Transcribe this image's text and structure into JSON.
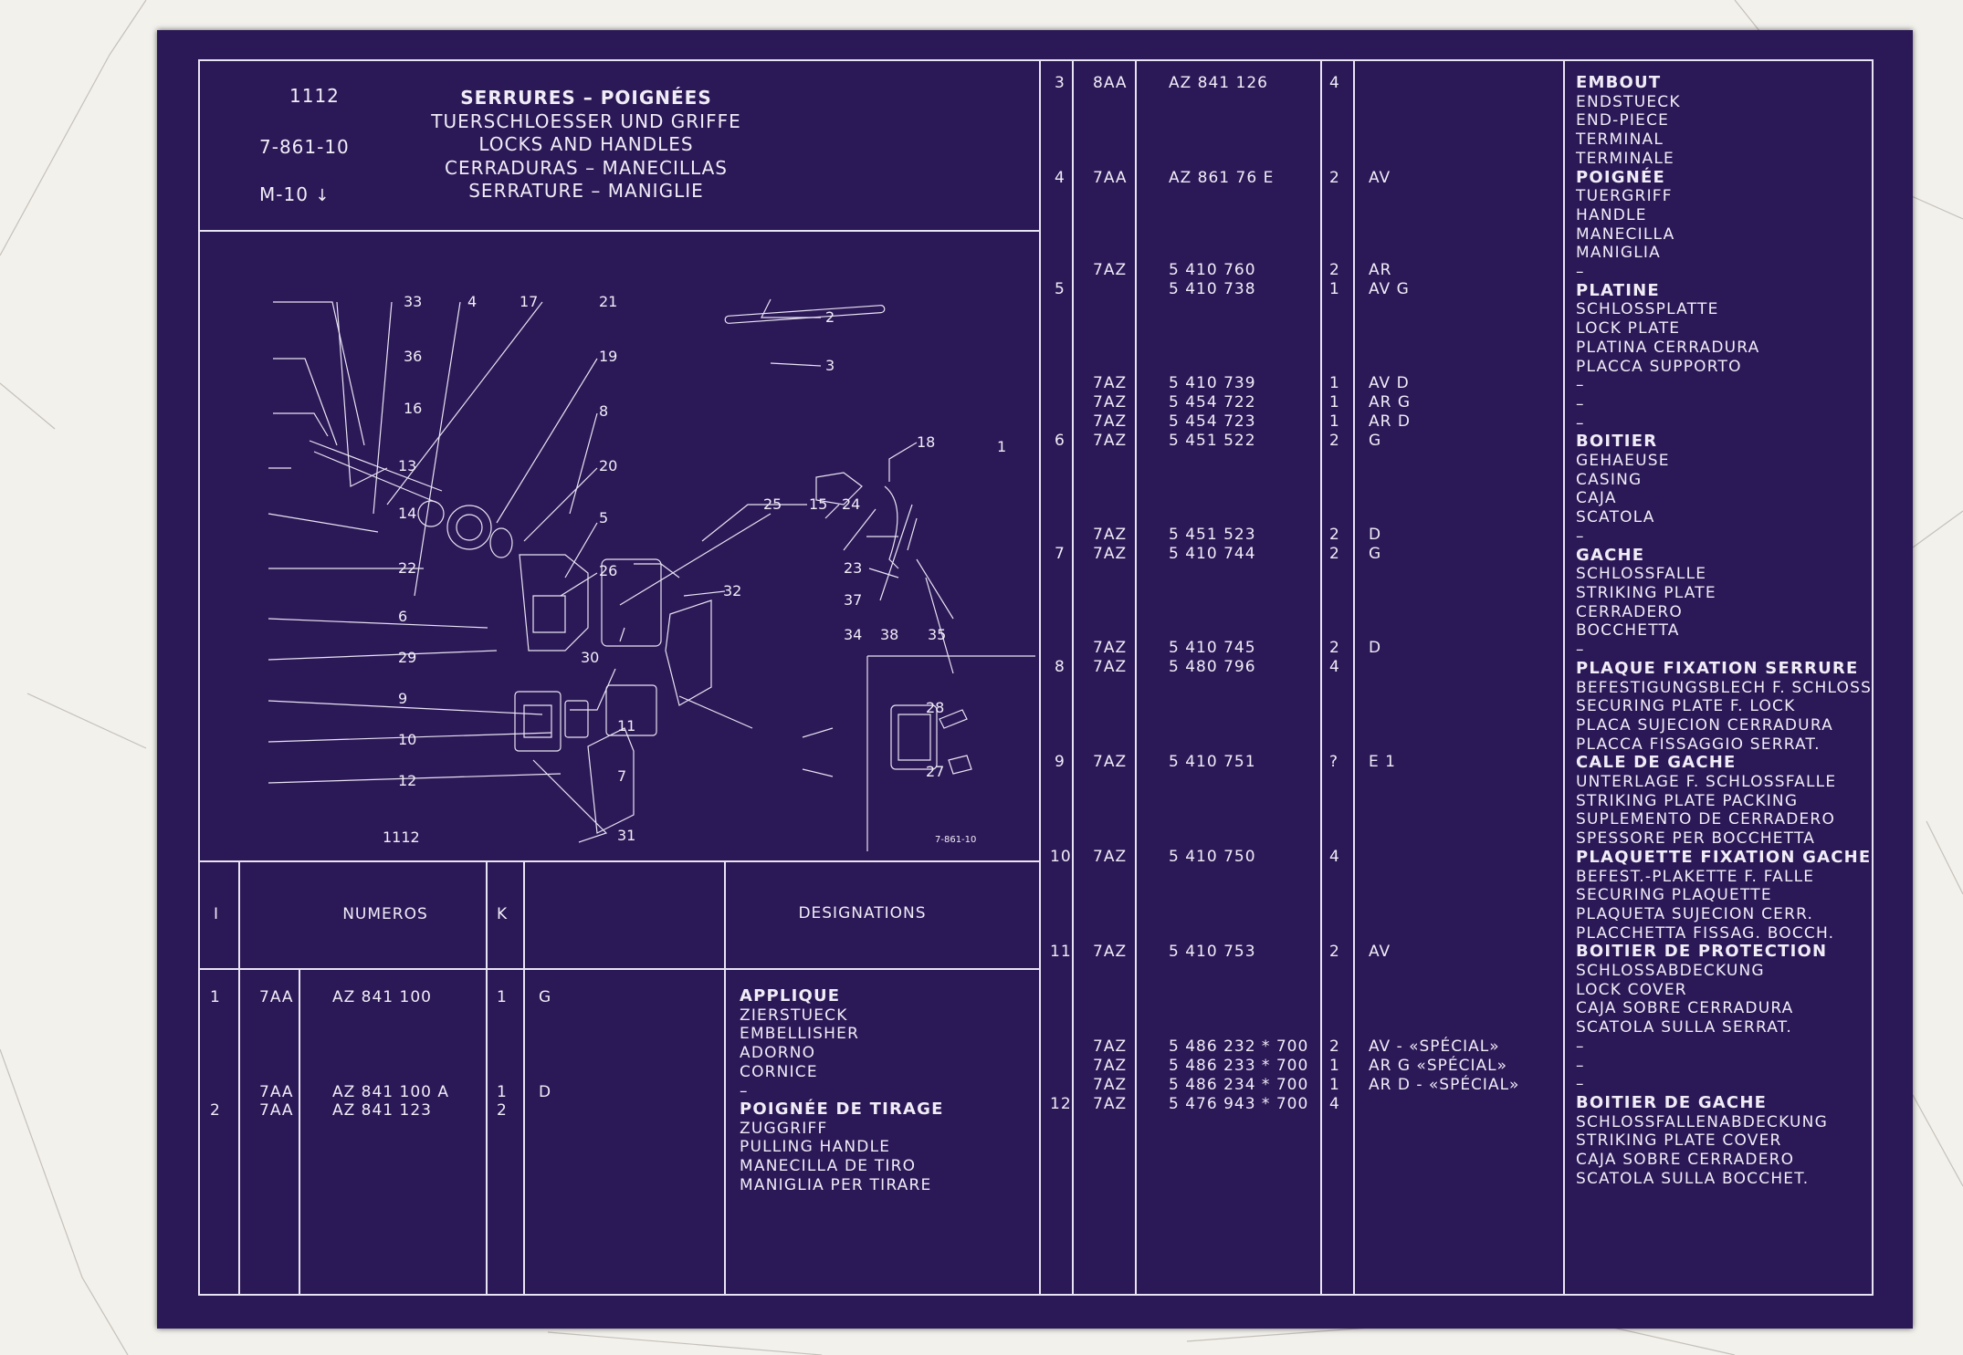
{
  "header": {
    "plate": "1112",
    "code": "7-861-10",
    "page": "M-10",
    "titles": [
      "SERRURES – POIGNÉES",
      "TUERSCHLOESSER UND GRIFFE",
      "LOCKS AND HANDLES",
      "CERRADURAS – MANECILLAS",
      "SERRATURE – MANIGLIE"
    ]
  },
  "diagram": {
    "plate": "1112",
    "ref": "7-861-10",
    "callouts": [
      "1",
      "2",
      "3",
      "4",
      "5",
      "6",
      "7",
      "8",
      "9",
      "10",
      "11",
      "12",
      "13",
      "14",
      "15",
      "16",
      "17",
      "18",
      "19",
      "20",
      "21",
      "22",
      "23",
      "24",
      "25",
      "26",
      "27",
      "28",
      "29",
      "30",
      "31",
      "32",
      "33",
      "34",
      "35",
      "36",
      "37",
      "38"
    ]
  },
  "columns": {
    "index": "I",
    "numbers": "NUMEROS",
    "qty": "K",
    "designations": "DESIGNATIONS"
  },
  "left_parts": {
    "items": [
      {
        "idx": "1",
        "prefix": "7AA",
        "number": "AZ 841 100",
        "qty": "1",
        "pos": "G"
      },
      {
        "idx": "2",
        "prefix": "7AA",
        "number": "AZ 841 100 A",
        "qty": "1",
        "pos": "D"
      },
      {
        "idx": "",
        "prefix": "7AA",
        "number": "AZ 841 123",
        "qty": "2",
        "pos": ""
      }
    ],
    "designations": [
      {
        "title": "APPLIQUE",
        "lines": [
          "ZIERSTUECK",
          "EMBELLISHER",
          "ADORNO",
          "CORNICE",
          "–"
        ]
      },
      {
        "title": "POIGNÉE DE TIRAGE",
        "lines": [
          "ZUGGRIFF",
          "PULLING HANDLE",
          "MANECILLA DE TIRO",
          "MANIGLIA   PER TIRARE"
        ]
      }
    ]
  },
  "right_parts": {
    "rows": [
      {
        "idx": "3",
        "prefix": "8AA",
        "number": "AZ  841  126",
        "qty": "4",
        "pos": ""
      },
      {
        "idx": "4",
        "prefix": "7AA",
        "number": "AZ  861    76  E",
        "qty": "2",
        "pos": "AV"
      },
      {
        "idx": "",
        "prefix": "7AZ",
        "number": "5  410  760",
        "qty": "2",
        "pos": "AR"
      },
      {
        "idx": "5",
        "prefix": "",
        "number": "5  410  738",
        "qty": "1",
        "pos": "AV G"
      },
      {
        "idx": "",
        "prefix": "7AZ",
        "number": "5  410  739",
        "qty": "1",
        "pos": "AV D"
      },
      {
        "idx": "",
        "prefix": "7AZ",
        "number": "5  454  722",
        "qty": "1",
        "pos": "AR G"
      },
      {
        "idx": "",
        "prefix": "7AZ",
        "number": "5  454  723",
        "qty": "1",
        "pos": "AR D"
      },
      {
        "idx": "6",
        "prefix": "7AZ",
        "number": "5  451  522",
        "qty": "2",
        "pos": "G"
      },
      {
        "idx": "",
        "prefix": "7AZ",
        "number": "5  451  523",
        "qty": "2",
        "pos": "D"
      },
      {
        "idx": "7",
        "prefix": "7AZ",
        "number": "5  410  744",
        "qty": "2",
        "pos": "G"
      },
      {
        "idx": "",
        "prefix": "7AZ",
        "number": "5  410  745",
        "qty": "2",
        "pos": "D"
      },
      {
        "idx": "8",
        "prefix": "7AZ",
        "number": "5  480  796",
        "qty": "4",
        "pos": ""
      },
      {
        "idx": "9",
        "prefix": "7AZ",
        "number": "5  410  751",
        "qty": "?",
        "pos": "E 1"
      },
      {
        "idx": "10",
        "prefix": "7AZ",
        "number": "5  410  750",
        "qty": "4",
        "pos": ""
      },
      {
        "idx": "11",
        "prefix": "7AZ",
        "number": "5  410  753",
        "qty": "2",
        "pos": "AV"
      },
      {
        "idx": "",
        "prefix": "7AZ",
        "number": "5  486  232 * 700",
        "qty": "2",
        "pos": "AV - «SPÉCIAL»"
      },
      {
        "idx": "",
        "prefix": "7AZ",
        "number": "5  486  233 * 700",
        "qty": "1",
        "pos": "AR G «SPÉCIAL»"
      },
      {
        "idx": "",
        "prefix": "7AZ",
        "number": "5  486  234 * 700",
        "qty": "1",
        "pos": "AR D - «SPÉCIAL»"
      },
      {
        "idx": "12",
        "prefix": "7AZ",
        "number": "5  476  943 * 700",
        "qty": "4",
        "pos": ""
      }
    ],
    "designations": [
      {
        "title": "EMBOUT",
        "lines": [
          "ENDSTUECK",
          "END-PIECE",
          "TERMINAL",
          "TERMINALE"
        ]
      },
      {
        "title": "POIGNÉE",
        "lines": [
          "TUERGRIFF",
          "HANDLE",
          "MANECILLA",
          "MANIGLIA",
          "–"
        ]
      },
      {
        "title": "PLATINE",
        "lines": [
          "SCHLOSSPLATTE",
          "LOCK PLATE",
          "PLATINA CERRADURA",
          "PLACCA SUPPORTO",
          "–",
          "–",
          "–"
        ]
      },
      {
        "title": "BOITIER",
        "lines": [
          "GEHAEUSE",
          "CASING",
          "CAJA",
          "SCATOLA",
          "–"
        ]
      },
      {
        "title": "GACHE",
        "lines": [
          "SCHLOSSFALLE",
          "STRIKING PLATE",
          "CERRADERO",
          "BOCCHETTA",
          "–"
        ]
      },
      {
        "title": "PLAQUE FIXATION SERRURE",
        "lines": [
          "BEFESTIGUNGSBLECH F. SCHLOSS",
          "SECURING PLATE F. LOCK",
          "PLACA SUJECION CERRADURA",
          "PLACCA FISSAGGIO SERRAT."
        ]
      },
      {
        "title": "CALE DE GACHE",
        "lines": [
          "UNTERLAGE F. SCHLOSSFALLE",
          "STRIKING PLATE PACKING",
          "SUPLEMENTO DE CERRADERO",
          "SPESSORE PER BOCCHETTA"
        ]
      },
      {
        "title": "PLAQUETTE FIXATION GACHE",
        "lines": [
          "BEFEST.-PLAKETTE F. FALLE",
          "SECURING PLAQUETTE",
          "PLAQUETA SUJECION CERR.",
          "PLACCHETTA FISSAG. BOCCH."
        ]
      },
      {
        "title": "BOITIER DE PROTECTION",
        "lines": [
          "SCHLOSSABDECKUNG",
          "LOCK COVER",
          "CAJA SOBRE CERRADURA",
          "SCATOLA SULLA SERRAT.",
          "–",
          "–",
          "–"
        ]
      },
      {
        "title": "BOITIER DE GACHE",
        "lines": [
          "SCHLOSSFALLENABDECKUNG",
          "STRIKING PLATE COVER",
          "CAJA SOBRE CERRADERO",
          "SCATOLA SULLA BOCCHET."
        ]
      }
    ]
  },
  "colors": {
    "background": "#2b1857",
    "ink": "#f1edf7",
    "paper": "#f3f1ec"
  }
}
